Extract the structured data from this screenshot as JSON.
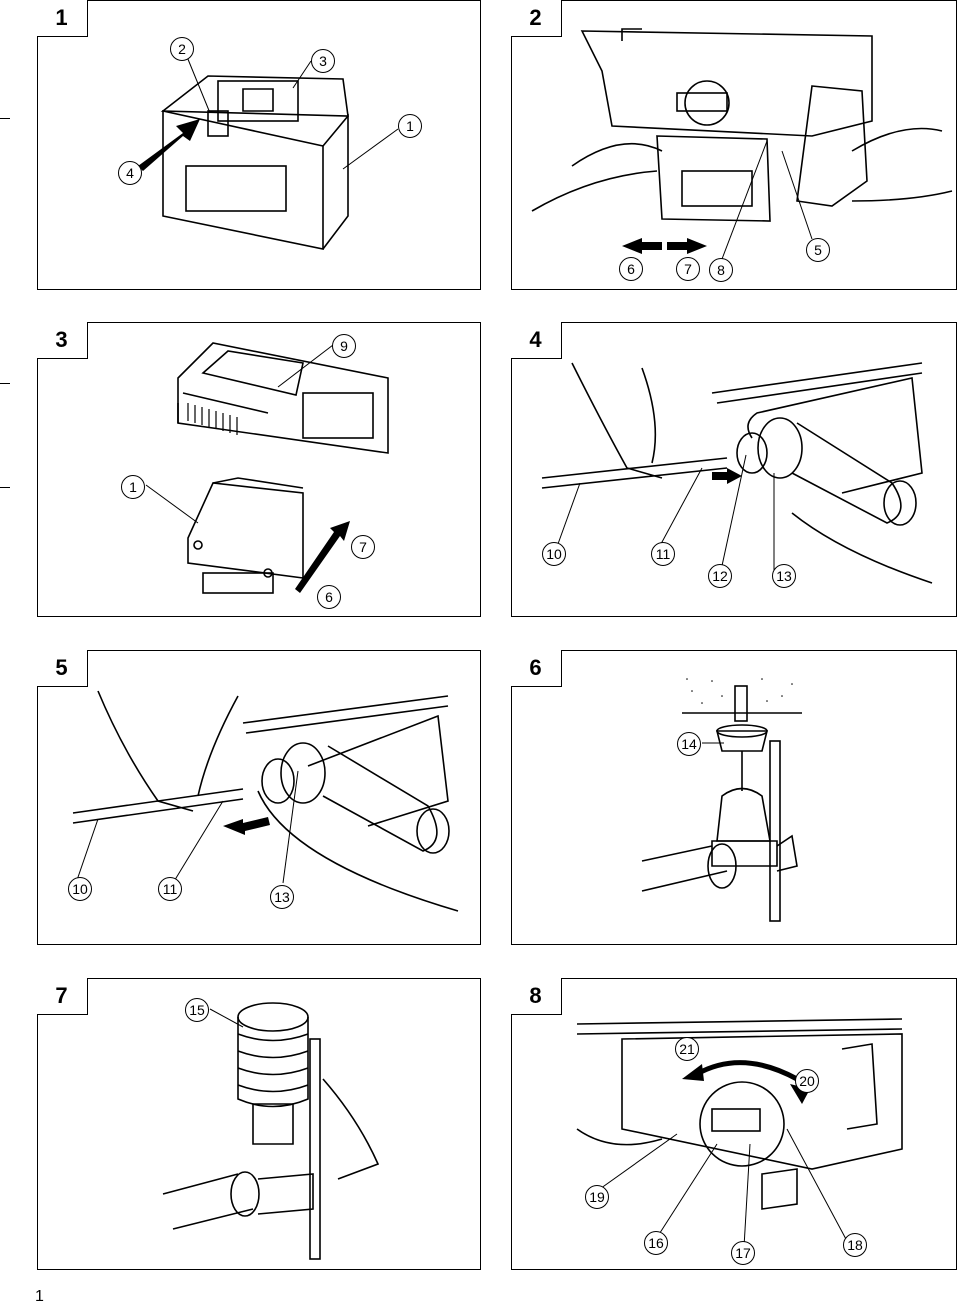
{
  "panels": [
    {
      "label": "1",
      "callouts": [
        "2",
        "3",
        "1",
        "4"
      ]
    },
    {
      "label": "2",
      "callouts": [
        "6",
        "7",
        "8",
        "5"
      ]
    },
    {
      "label": "3",
      "callouts": [
        "9",
        "1",
        "7",
        "6"
      ]
    },
    {
      "label": "4",
      "callouts": [
        "10",
        "11",
        "12",
        "13"
      ]
    },
    {
      "label": "5",
      "callouts": [
        "10",
        "11",
        "13"
      ]
    },
    {
      "label": "6",
      "callouts": [
        "14"
      ]
    },
    {
      "label": "7",
      "callouts": [
        "15"
      ]
    },
    {
      "label": "8",
      "callouts": [
        "21",
        "20",
        "19",
        "16",
        "17",
        "18"
      ]
    }
  ],
  "page_number": "1"
}
